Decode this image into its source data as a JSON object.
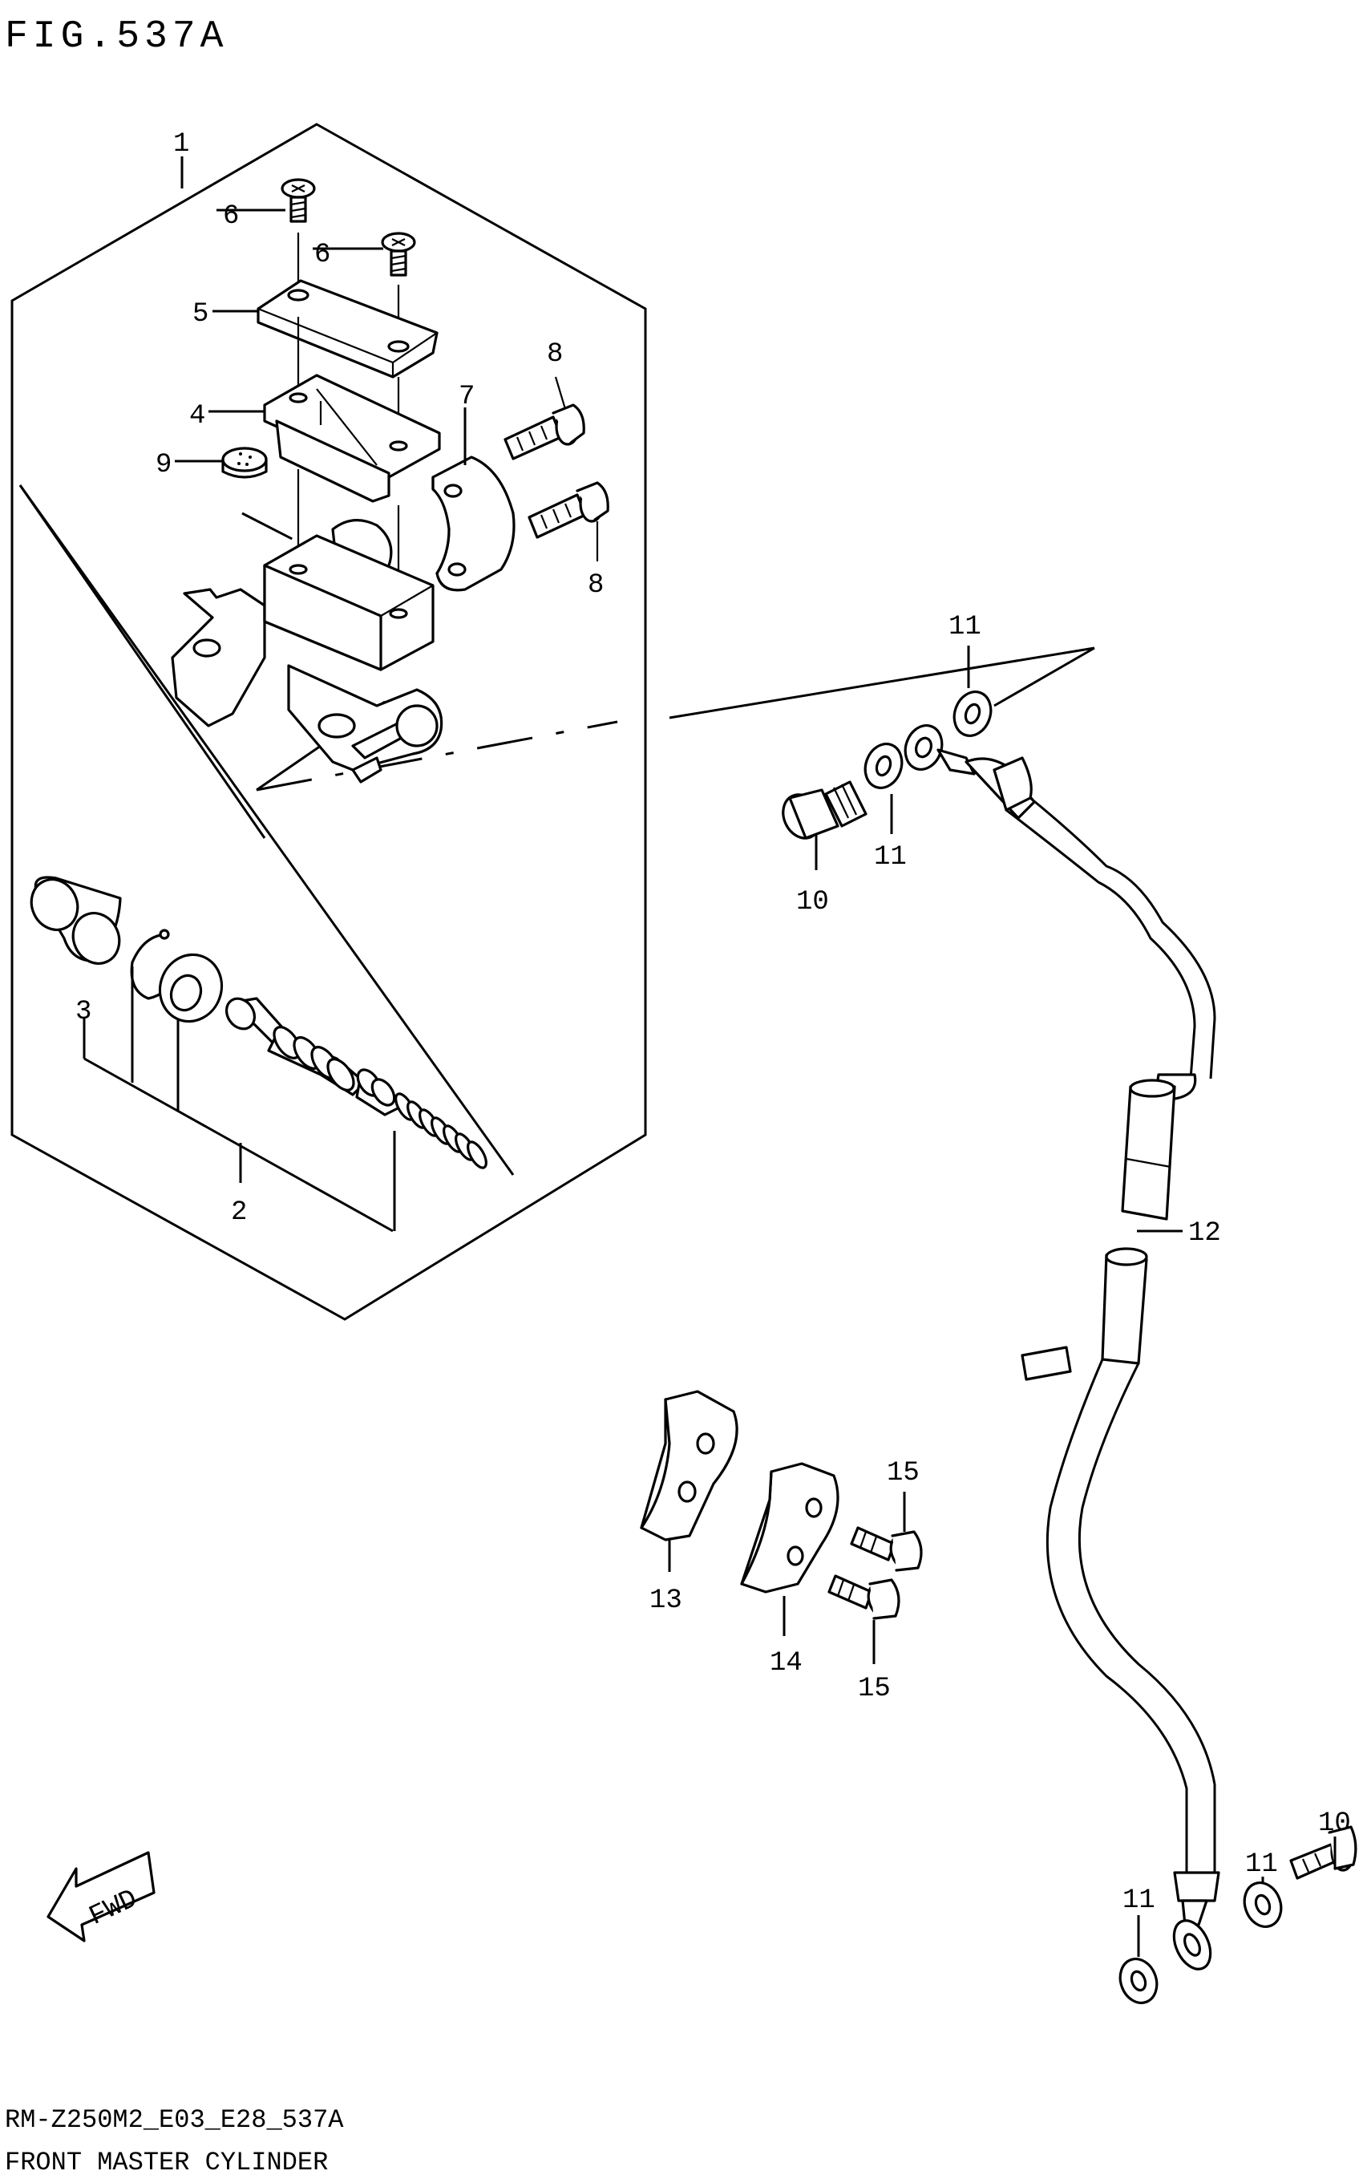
{
  "figure_title": "FIG.537A",
  "footer": {
    "code": "RM-Z250M2_E03_E28_537A",
    "caption": "FRONT MASTER CYLINDER"
  },
  "fwd_label": "FWD",
  "callouts": {
    "c1": "1",
    "c2": "2",
    "c3": "3",
    "c4": "4",
    "c5": "5",
    "c6a": "6",
    "c6b": "6",
    "c7": "7",
    "c8a": "8",
    "c8b": "8",
    "c9": "9",
    "c10a": "10",
    "c10b": "10",
    "c11a": "11",
    "c11b": "11",
    "c11c": "11",
    "c11d": "11",
    "c12": "12",
    "c13": "13",
    "c14": "14",
    "c15a": "15",
    "c15b": "15"
  }
}
